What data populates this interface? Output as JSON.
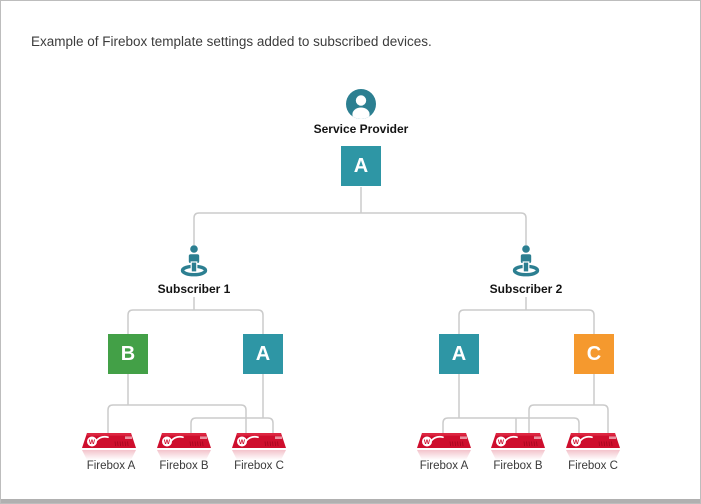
{
  "page": {
    "title": "Example of Firebox template settings added to subscribed devices."
  },
  "service_provider": {
    "label": "Service Provider",
    "template_letter": "A"
  },
  "subscriber1": {
    "label": "Subscriber 1",
    "template_left": "B",
    "template_right": "A",
    "fireboxes": [
      "Firebox A",
      "Firebox B",
      "Firebox C"
    ],
    "template_left_applies_to": [
      "Firebox A",
      "Firebox C"
    ],
    "template_right_applies_to": [
      "Firebox B",
      "Firebox C"
    ]
  },
  "subscriber2": {
    "label": "Subscriber 2",
    "template_left": "A",
    "template_right": "C",
    "fireboxes": [
      "Firebox A",
      "Firebox B",
      "Firebox C"
    ],
    "template_left_applies_to": [
      "Firebox A",
      "Firebox B",
      "Firebox C"
    ],
    "template_right_applies_to": [
      "Firebox B",
      "Firebox C"
    ]
  },
  "firebox": {
    "logo_letter": "W"
  },
  "colors": {
    "teal_box": "#2E96A5",
    "teal_icon": "#2C7F91",
    "green_box": "#43A047",
    "orange_box": "#F5992E",
    "firebox_red": "#CE0E2D",
    "connector_line": "#CBCBCB",
    "scrollbar_gray": "#B0B0B0"
  }
}
